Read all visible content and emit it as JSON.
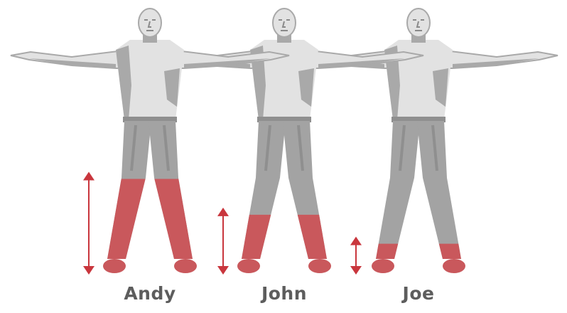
{
  "figures": [
    {
      "name": "Andy",
      "red_fraction": 0.58
    },
    {
      "name": "John",
      "red_fraction": 0.32
    },
    {
      "name": "Joe",
      "red_fraction": 0.11
    }
  ],
  "colors": {
    "body_light": "#e2e2e2",
    "body_shade": "#a9a9a9",
    "pants": "#a3a3a3",
    "pants_shade": "#8f8f8f",
    "highlight": "#c9585c",
    "arrow": "#c9363d",
    "label": "#5d5d5d"
  }
}
